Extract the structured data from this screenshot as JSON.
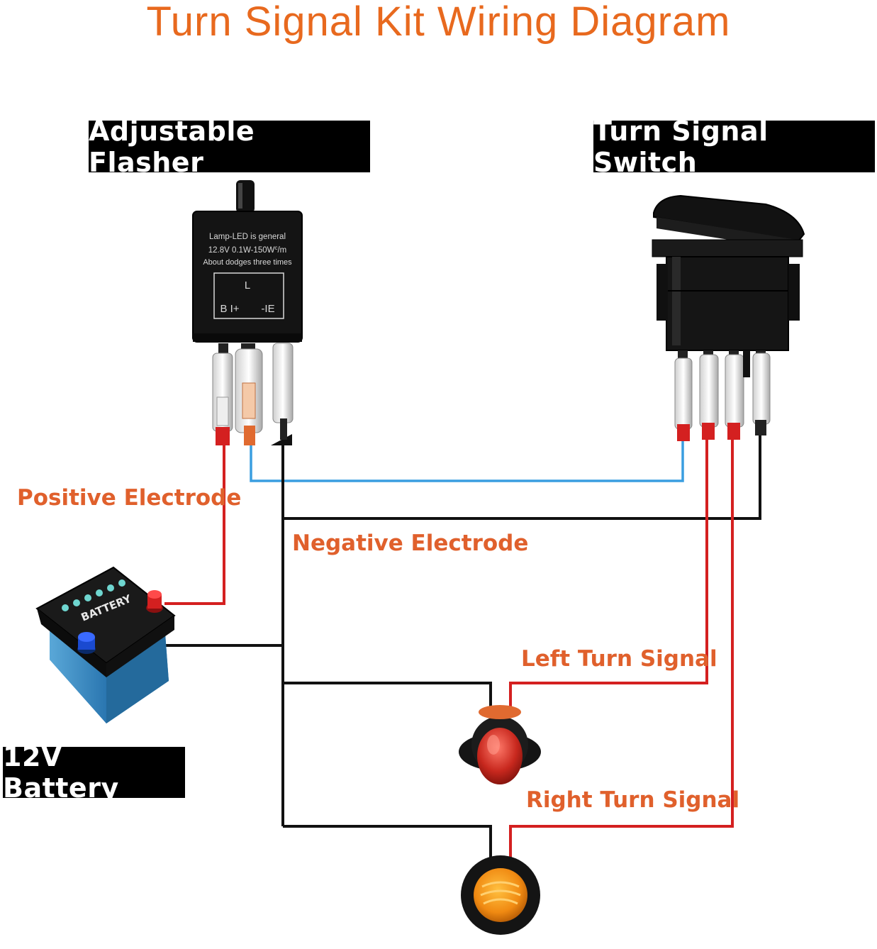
{
  "title": "Turn Signal Kit Wiring Diagram",
  "components": {
    "flasher": {
      "label": "Adjustable Flasher",
      "print_line1": "Lamp-LED is general",
      "print_line2": "12.8V 0.1W-150W",
      "print_line3": "About dodges three times",
      "terminal_l": "L",
      "terminal_b": "B I+",
      "terminal_e": "-IE"
    },
    "switch": {
      "label": "Turn Signal Switch"
    },
    "battery": {
      "label": "12V Battery",
      "case_text": "BATTERY"
    }
  },
  "wire_labels": {
    "positive": "Positive Electrode",
    "negative": "Negative Electrode",
    "left_signal": "Left Turn Signal",
    "right_signal": "Right Turn Signal"
  },
  "colors": {
    "title": "#e8691e",
    "wire_label": "#e0602c",
    "positive_wire": "#d42020",
    "negative_wire": "#111111",
    "load_wire": "#3a9ee0",
    "left_lamp": "#c8281e",
    "right_lamp": "#f08a12",
    "battery_body": "#3b8ec4"
  }
}
